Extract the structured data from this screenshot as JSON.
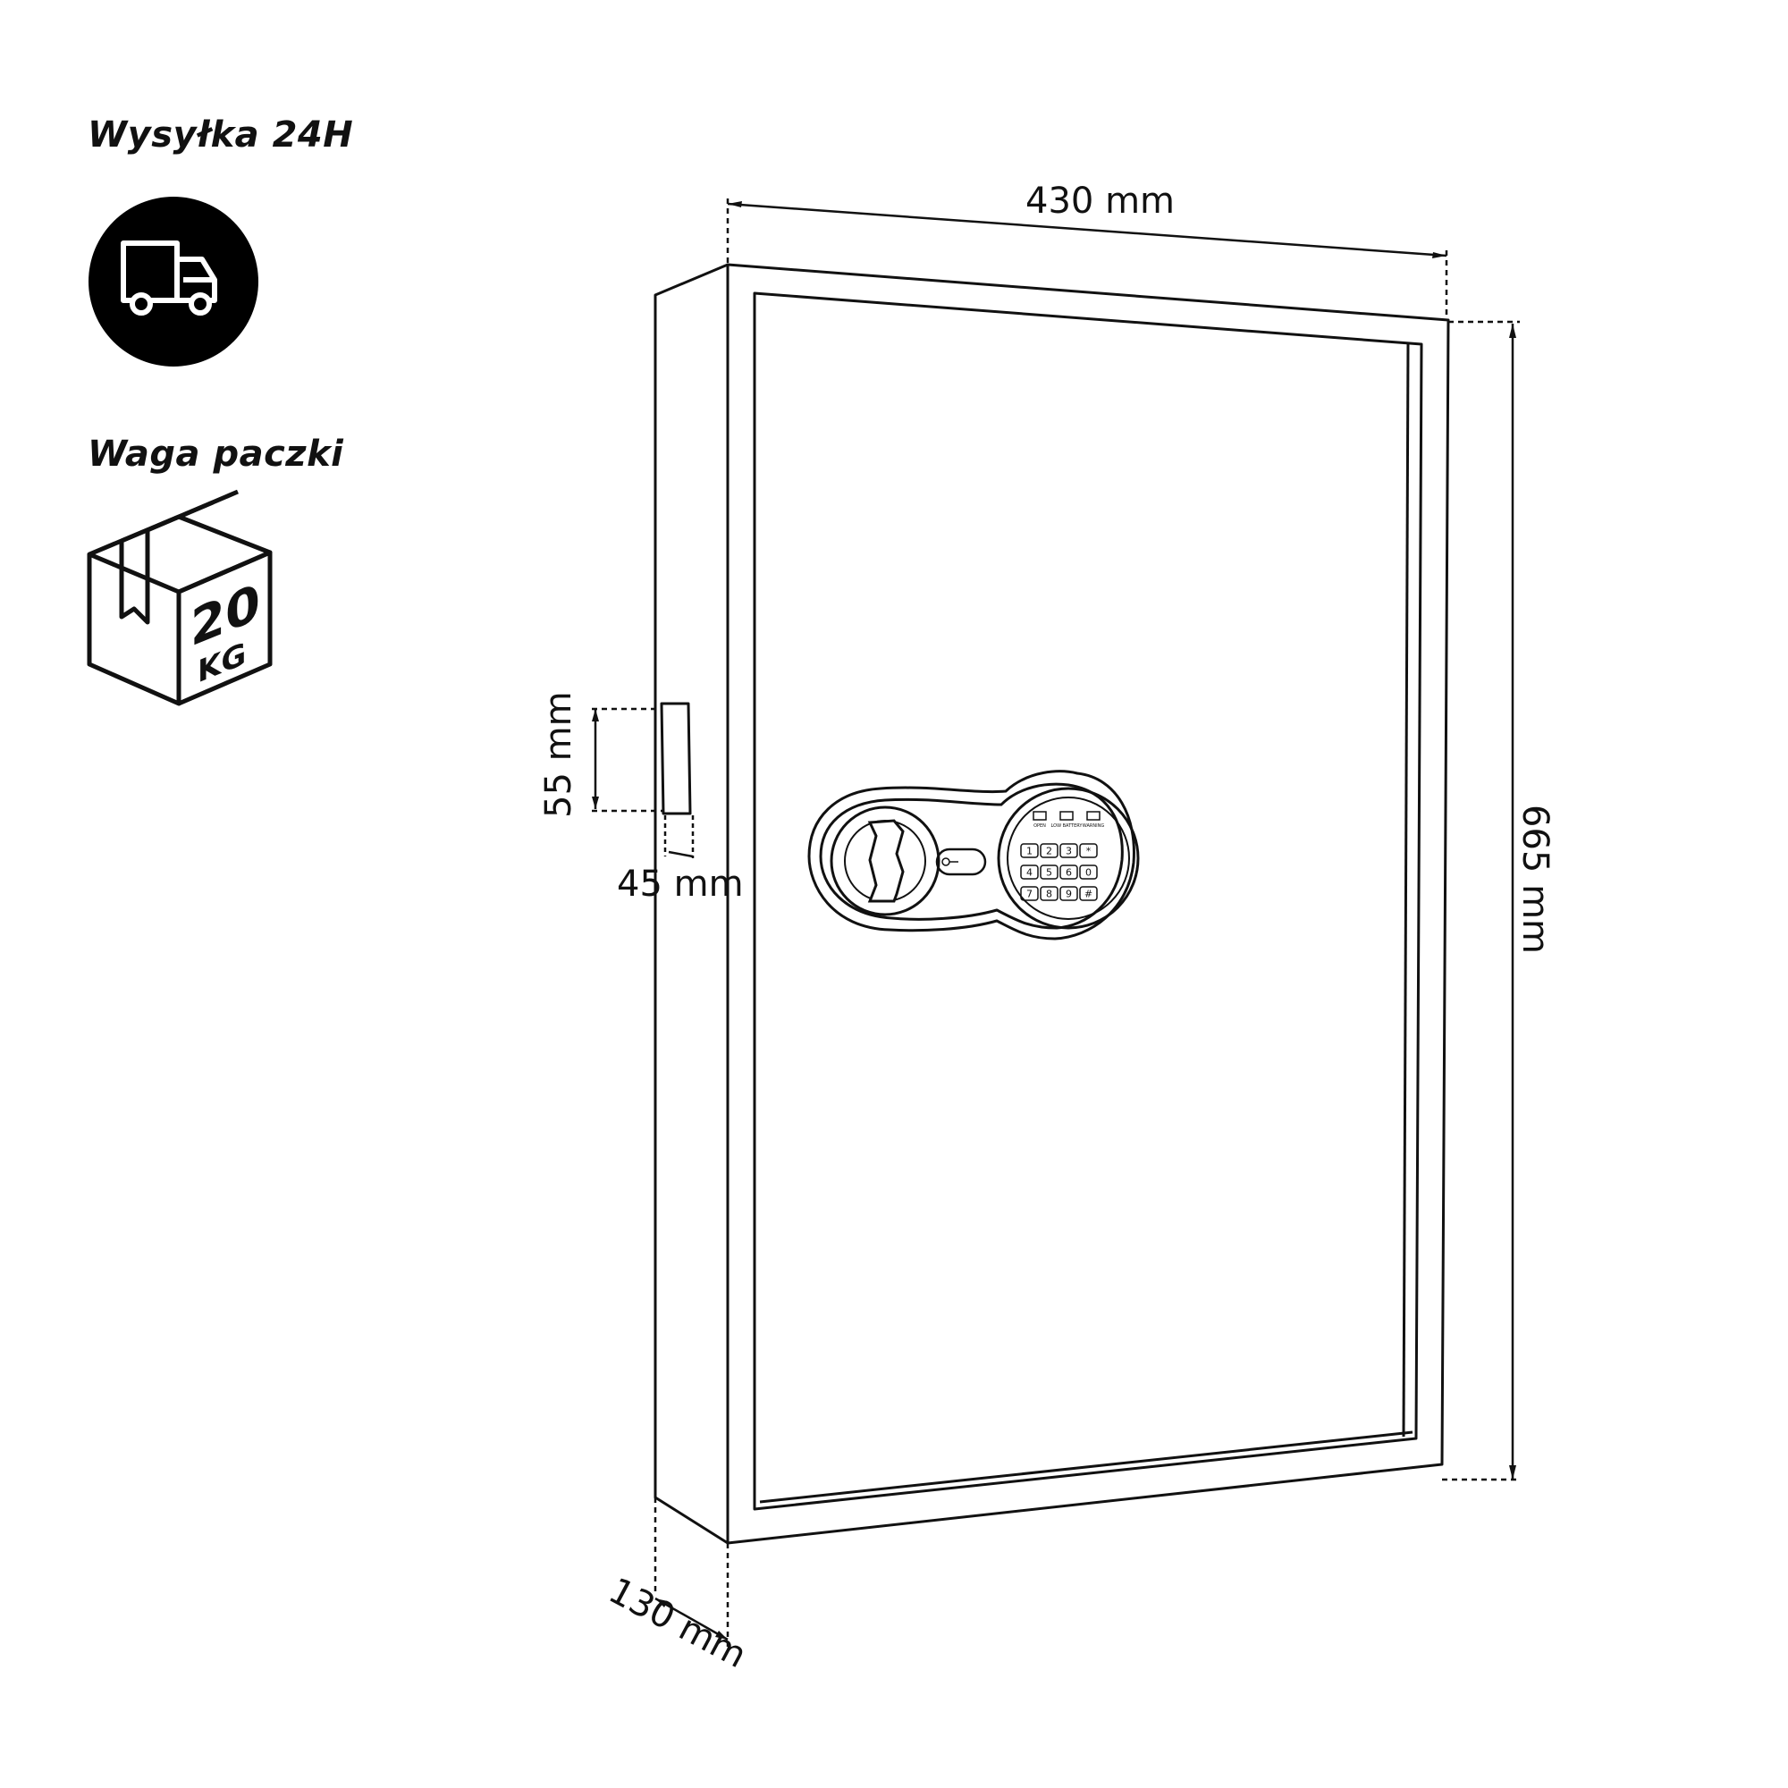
{
  "sidebar": {
    "shipping_title": "Wysyłka 24H",
    "shipping_icon": "delivery-truck-icon",
    "weight_title": "Waga paczki",
    "weight_icon": "package-box-icon",
    "weight_value": "20",
    "weight_unit": "KG"
  },
  "dimensions": {
    "width": "430 mm",
    "height": "665 mm",
    "depth": "130 mm",
    "hinge_height": "55 mm",
    "hinge_width": "45 mm"
  },
  "lock": {
    "leds": [
      "OPEN",
      "LOW BATTERY",
      "WARNING"
    ],
    "keypad": [
      "1",
      "2",
      "3",
      "*",
      "4",
      "5",
      "6",
      "0",
      "7",
      "8",
      "9",
      "#"
    ]
  },
  "colors": {
    "ink": "#111111",
    "background": "#ffffff",
    "icon_circle": "#000000"
  }
}
